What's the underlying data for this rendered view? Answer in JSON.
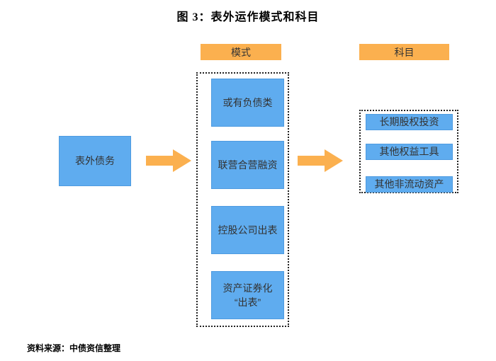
{
  "title": "图 3：表外运作模式和科目",
  "diagram": {
    "headers": {
      "mode": "模式",
      "subject": "科目"
    },
    "source_box": "表外债务",
    "mode_items": [
      "或有负债类",
      "联营合营融资",
      "控股公司出表",
      "资产证券化\n“出表”"
    ],
    "subject_items": [
      "长期股权投资",
      "其他权益工具",
      "其他非流动资产"
    ]
  },
  "footer": {
    "source": "资料来源：中债资信整理"
  },
  "colors": {
    "box_blue": "#5FACEF",
    "accent_orange": "#FBB04F",
    "dashed_border": "#222222"
  }
}
